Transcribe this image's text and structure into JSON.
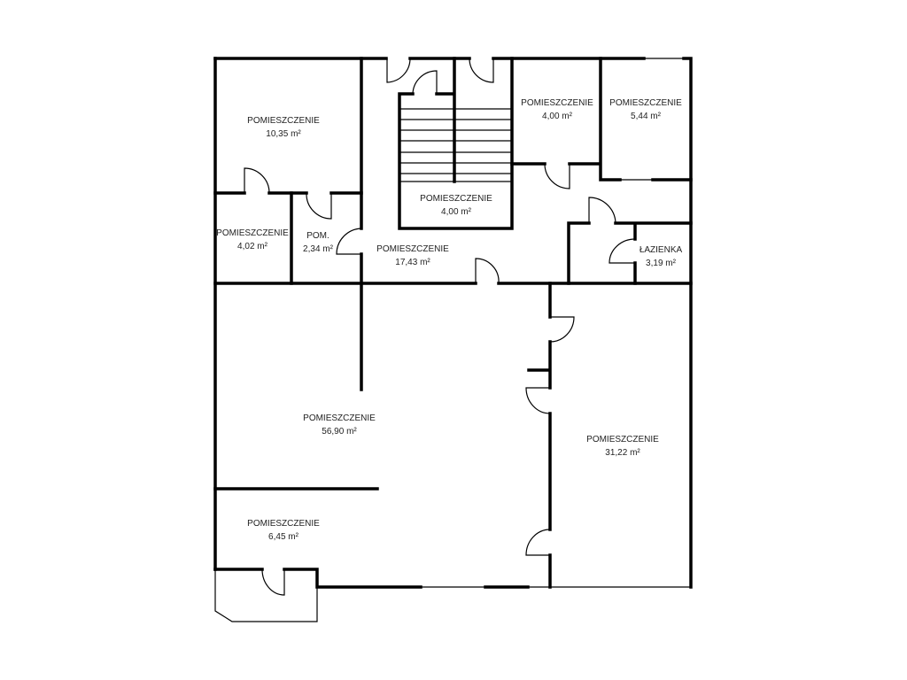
{
  "rooms": [
    {
      "name": "POMIESZCZENIE",
      "area": "10,35 m²"
    },
    {
      "name": "POMIESZCZENIE",
      "area": "4,00 m²"
    },
    {
      "name": "POMIESZCZENIE",
      "area": "4,00 m²"
    },
    {
      "name": "POMIESZCZENIE",
      "area": "5,44 m²"
    },
    {
      "name": "POMIESZCZENIE",
      "area": "4,02 m²"
    },
    {
      "name": "POM.",
      "area": "2,34 m²"
    },
    {
      "name": "POMIESZCZENIE",
      "area": "17,43 m²"
    },
    {
      "name": "ŁAZIENKA",
      "area": "3,19 m²"
    },
    {
      "name": "POMIESZCZENIE",
      "area": "56,90 m²"
    },
    {
      "name": "POMIESZCZENIE",
      "area": "31,22 m²"
    },
    {
      "name": "POMIESZCZENIE",
      "area": "6,45 m²"
    }
  ]
}
